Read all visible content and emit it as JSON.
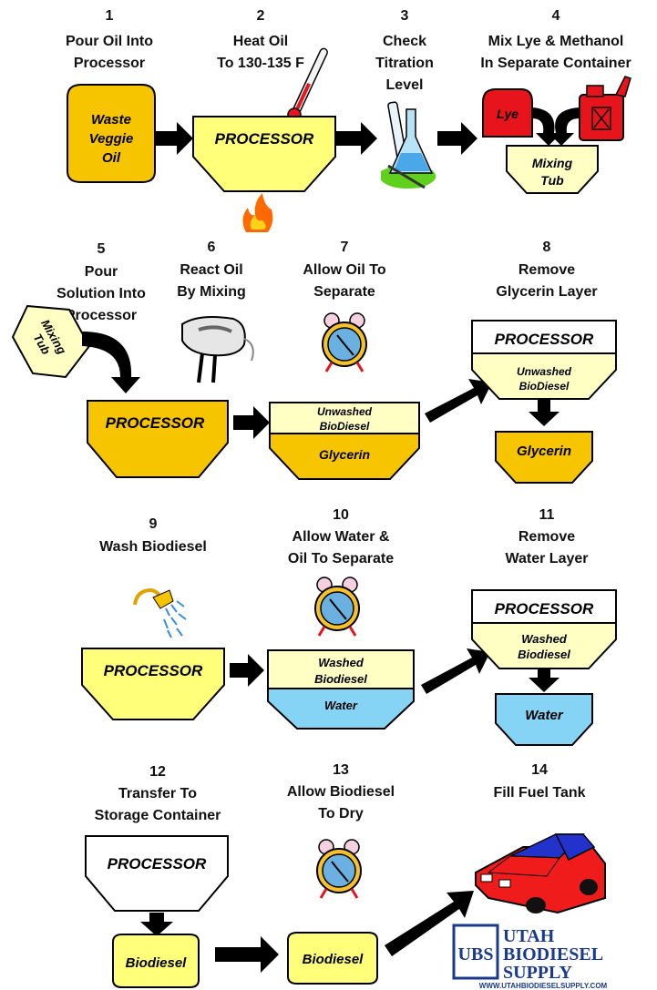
{
  "steps": {
    "s1": {
      "num": "1",
      "lines": [
        "Pour Oil Into",
        "Processor"
      ]
    },
    "s2": {
      "num": "2",
      "lines": [
        "Heat Oil",
        "To 130-135 F"
      ]
    },
    "s3": {
      "num": "3",
      "lines": [
        "Check",
        "Titration",
        "Level"
      ]
    },
    "s4": {
      "num": "4",
      "lines": [
        "Mix Lye & Methanol",
        "In Separate Container"
      ]
    },
    "s5": {
      "num": "5",
      "lines": [
        "Pour",
        "Solution Into",
        "Processor"
      ]
    },
    "s6": {
      "num": "6",
      "lines": [
        "React Oil",
        "By Mixing"
      ]
    },
    "s7": {
      "num": "7",
      "lines": [
        "Allow Oil To",
        "Separate"
      ]
    },
    "s8": {
      "num": "8",
      "lines": [
        "Remove",
        "Glycerin Layer"
      ]
    },
    "s9": {
      "num": "9",
      "lines": [
        "Wash Biodiesel"
      ]
    },
    "s10": {
      "num": "10",
      "lines": [
        "Allow Water &",
        "Oil To Separate"
      ]
    },
    "s11": {
      "num": "11",
      "lines": [
        "Remove",
        "Water Layer"
      ]
    },
    "s12": {
      "num": "12",
      "lines": [
        "Transfer To",
        "Storage Container"
      ]
    },
    "s13": {
      "num": "13",
      "lines": [
        "Allow Biodiesel",
        "To Dry"
      ]
    },
    "s14": {
      "num": "14",
      "lines": [
        "Fill Fuel Tank"
      ]
    }
  },
  "labels": {
    "waste_oil": [
      "Waste",
      "Veggie",
      "Oil"
    ],
    "processor": "PROCESSOR",
    "lye": "Lye",
    "mixing_tub": [
      "Mixing",
      "Tub"
    ],
    "unwashed_biodiesel": [
      "Unwashed",
      "BioDiesel"
    ],
    "glycerin": "Glycerin",
    "washed_biodiesel": [
      "Washed",
      "Biodiesel"
    ],
    "water": "Water",
    "biodiesel": "Biodiesel"
  },
  "logo": {
    "initials": "UBS",
    "lines": [
      "UTAH",
      "BIODIESEL",
      "SUPPLY"
    ],
    "url": "WWW.UTAHBIODIESELSUPPLY.COM"
  },
  "colors": {
    "oil": "#f7c400",
    "processor_yellow": "#ffff7a",
    "pale": "#ffffc4",
    "water": "#86d4f5",
    "lye_red": "#e8141c",
    "car_red": "#f01c1c",
    "car_blue": "#2233cc",
    "clock": "#f7c12a",
    "logo_blue": "#1a3a8c"
  }
}
